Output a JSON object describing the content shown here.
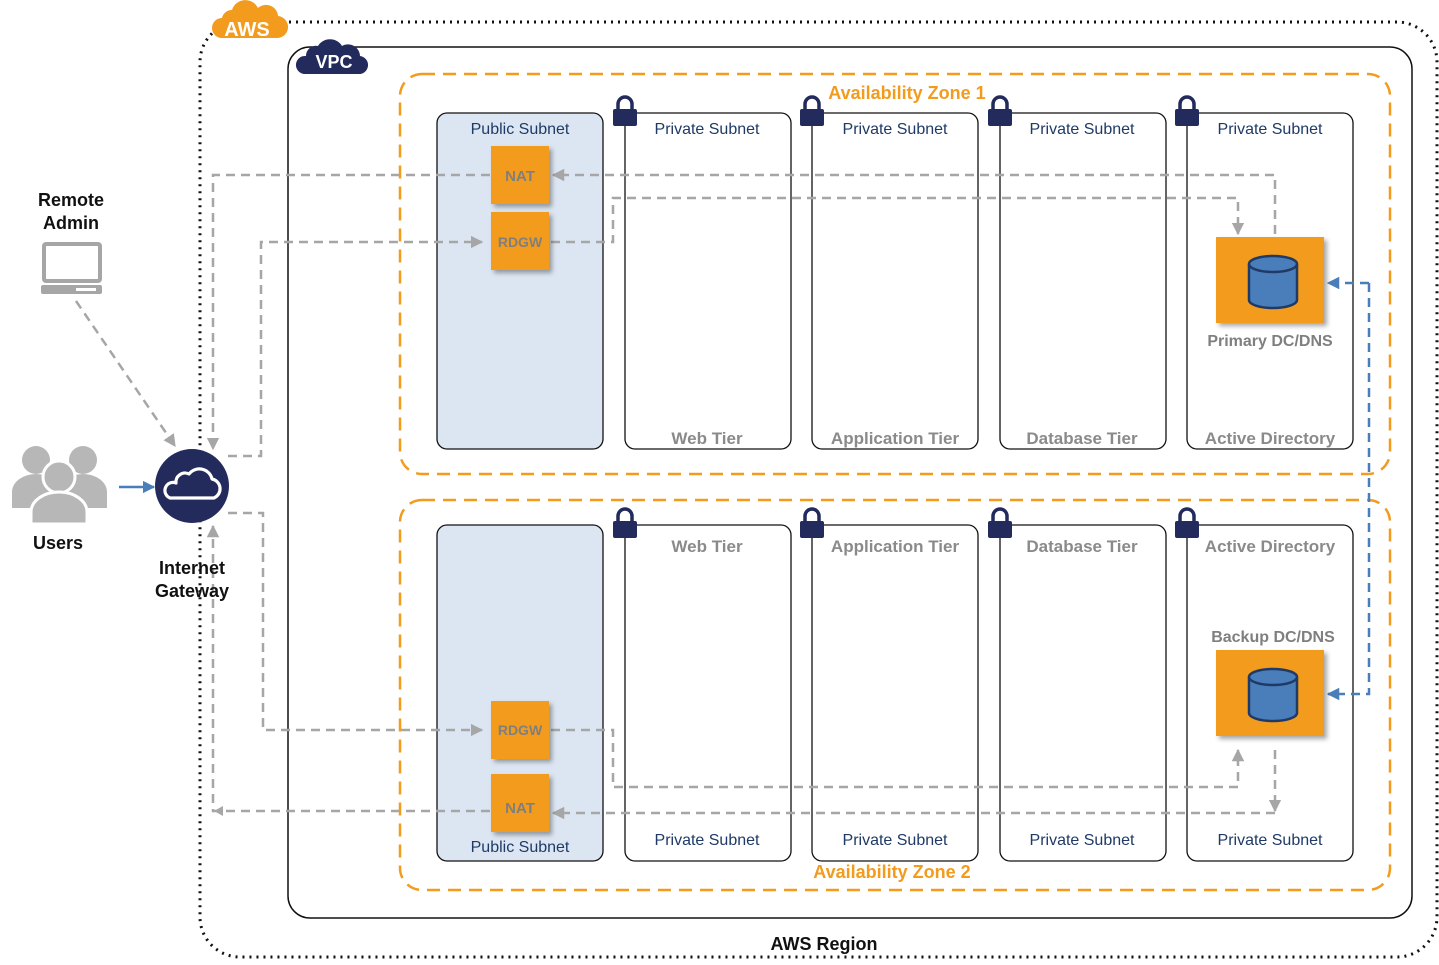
{
  "aws_badge": "AWS",
  "vpc_badge": "VPC",
  "region_label": "AWS Region",
  "az1": {
    "label": "Availability Zone 1",
    "public_subnet": "Public Subnet",
    "nat": "NAT",
    "rdgw": "RDGW",
    "private_subnets": [
      {
        "label": "Private Subnet",
        "tier": "Web Tier"
      },
      {
        "label": "Private Subnet",
        "tier": "Application Tier"
      },
      {
        "label": "Private Subnet",
        "tier": "Database Tier"
      },
      {
        "label": "Private Subnet",
        "tier": "Active Directory"
      }
    ],
    "dc_label": "Primary DC/DNS"
  },
  "az2": {
    "label": "Availability Zone 2",
    "public_subnet": "Public Subnet",
    "nat": "NAT",
    "rdgw": "RDGW",
    "private_subnets": [
      {
        "label": "Private Subnet",
        "tier": "Web Tier"
      },
      {
        "label": "Private Subnet",
        "tier": "Application Tier"
      },
      {
        "label": "Private Subnet",
        "tier": "Database Tier"
      },
      {
        "label": "Private Subnet",
        "tier": "Active Directory"
      }
    ],
    "dc_label": "Backup DC/DNS"
  },
  "external": {
    "remote_admin_line1": "Remote",
    "remote_admin_line2": "Admin",
    "users": "Users",
    "gateway_line1": "Internet",
    "gateway_line2": "Gateway"
  },
  "colors": {
    "aws_orange": "#f29b1d",
    "navy": "#232a5c",
    "public_subnet_fill": "#dce6f2",
    "traffic_gray": "#a6a6a6",
    "replication_blue": "#4a7ebb",
    "db_blue": "#4a7ebb"
  },
  "icons": [
    "cloud-icon",
    "lock-icon",
    "database-icon",
    "laptop-icon",
    "users-icon"
  ]
}
